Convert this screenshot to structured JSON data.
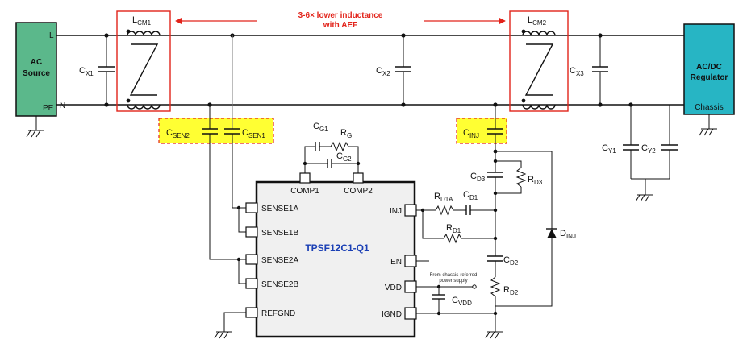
{
  "blocks": {
    "ac_source": [
      "AC",
      "Source"
    ],
    "ac_line": "L",
    "ac_pe": "PE",
    "ac_neutral": "N",
    "regulator": [
      "AC/DC",
      "Regulator"
    ],
    "chassis": "Chassis"
  },
  "annotation": [
    "3-6× lower inductance",
    "with AEF"
  ],
  "components": {
    "lcm1": {
      "main": "L",
      "sub": "CM1"
    },
    "lcm2": {
      "main": "L",
      "sub": "CM2"
    },
    "cx1": {
      "main": "C",
      "sub": "X1"
    },
    "cx2": {
      "main": "C",
      "sub": "X2"
    },
    "cx3": {
      "main": "C",
      "sub": "X3"
    },
    "csen2": {
      "main": "C",
      "sub": "SEN2"
    },
    "csen1": {
      "main": "C",
      "sub": "SEN1"
    },
    "cinj": {
      "main": "C",
      "sub": "INJ"
    },
    "cy1": {
      "main": "C",
      "sub": "Y1"
    },
    "cy2": {
      "main": "C",
      "sub": "Y2"
    },
    "cg1": {
      "main": "C",
      "sub": "G1"
    },
    "rg": {
      "main": "R",
      "sub": "G"
    },
    "cg2": {
      "main": "C",
      "sub": "G2"
    },
    "cd3": {
      "main": "C",
      "sub": "D3"
    },
    "rd3": {
      "main": "R",
      "sub": "D3"
    },
    "rd1a": {
      "main": "R",
      "sub": "D1A"
    },
    "cd1": {
      "main": "C",
      "sub": "D1"
    },
    "rd1": {
      "main": "R",
      "sub": "D1"
    },
    "dinj": {
      "main": "D",
      "sub": "INJ"
    },
    "cd2": {
      "main": "C",
      "sub": "D2"
    },
    "rd2": {
      "main": "R",
      "sub": "D2"
    },
    "cvdd": {
      "main": "C",
      "sub": "VDD"
    }
  },
  "chip": {
    "name": "TPSF12C1-Q1",
    "pins": {
      "comp1": "COMP1",
      "comp2": "COMP2",
      "sense1a": "SENSE1A",
      "sense1b": "SENSE1B",
      "sense2a": "SENSE2A",
      "sense2b": "SENSE2B",
      "refgnd": "REFGND",
      "inj": "INJ",
      "en": "EN",
      "vdd": "VDD",
      "ignd": "IGND"
    }
  },
  "vdd_note": [
    "From chassis-referred",
    "power supply"
  ],
  "colors": {
    "source_fill": "#5bb88b",
    "regulator_fill": "#27b5c4",
    "highlight_fill": "#ffff33",
    "highlight_border": "#e2231a",
    "choke_box": "#e2231a",
    "chip_fill": "#f0f0f0",
    "chip_text": "#1a3fb5"
  }
}
